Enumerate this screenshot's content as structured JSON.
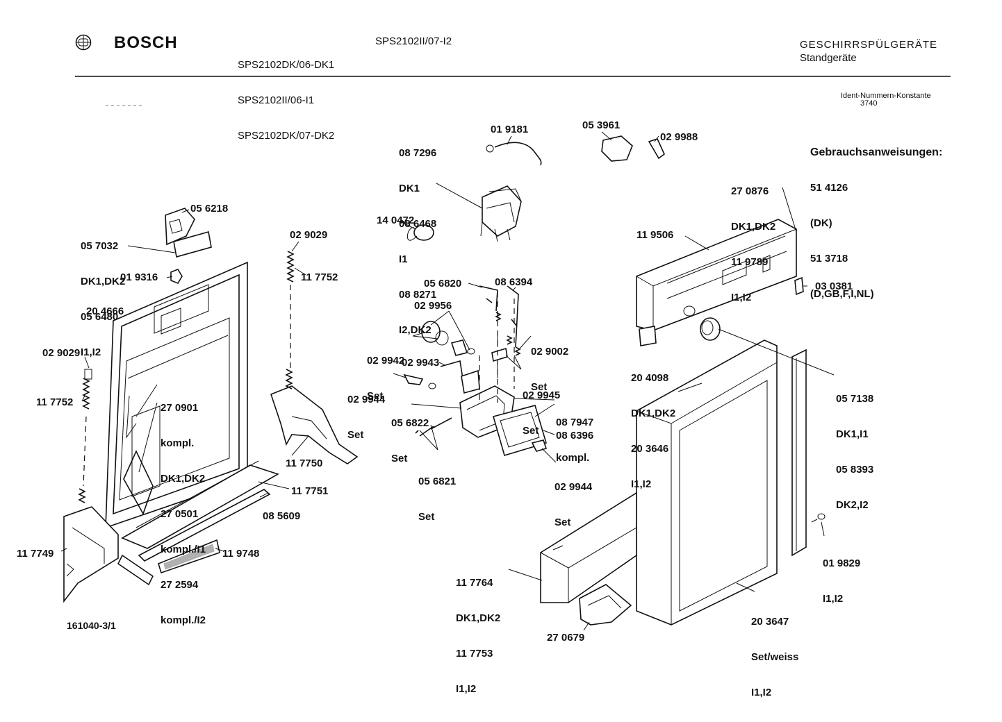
{
  "header": {
    "brand": "BOSCH",
    "models_col1": [
      "SPS2102DK/06-DK1",
      "SPS2102II/06-I1",
      "SPS2102DK/07-DK2"
    ],
    "models_col2": "SPS2102II/07-I2",
    "category": "GESCHIRRSPÜLGERÄTE",
    "subcategory": "Standgeräte",
    "ident_label": "Ident-Nummern-Konstante",
    "ident_value": "3740"
  },
  "manuals": {
    "heading": "Gebrauchsanweisungen:",
    "lines": [
      "51 4126",
      "(DK)",
      "51 3718",
      "(D,GB,F,I,NL)"
    ]
  },
  "drawing_number": "161040-3/1",
  "callouts": [
    {
      "id": "c01",
      "lines": [
        "08 7296",
        "DK1",
        "08 6468",
        "I1",
        "08 8271",
        "I2,DK2"
      ]
    },
    {
      "id": "c02",
      "lines": [
        "01 9181"
      ]
    },
    {
      "id": "c03",
      "lines": [
        "05 3961"
      ]
    },
    {
      "id": "c04",
      "lines": [
        "02 9988"
      ]
    },
    {
      "id": "c05",
      "lines": [
        "05 6218"
      ]
    },
    {
      "id": "c06",
      "lines": [
        "05 7032",
        "DK1,DK2",
        "05 6480",
        "I1,I2"
      ]
    },
    {
      "id": "c07",
      "lines": [
        "14 0472"
      ]
    },
    {
      "id": "c08",
      "lines": [
        "02 9029"
      ]
    },
    {
      "id": "c09",
      "lines": [
        "11 7752"
      ]
    },
    {
      "id": "c10",
      "lines": [
        "01 9316"
      ]
    },
    {
      "id": "c11",
      "lines": [
        "20 4666"
      ]
    },
    {
      "id": "c12",
      "lines": [
        "27 0876",
        "DK1,DK2",
        "11 9789",
        "I1,I2"
      ]
    },
    {
      "id": "c13",
      "lines": [
        "11 9506"
      ]
    },
    {
      "id": "c14",
      "lines": [
        "03 0381"
      ]
    },
    {
      "id": "c15",
      "lines": [
        "05 6820"
      ]
    },
    {
      "id": "c16",
      "lines": [
        "08 6394"
      ]
    },
    {
      "id": "c17",
      "lines": [
        "02 9956"
      ]
    },
    {
      "id": "c18",
      "lines": [
        "02 9942",
        "Set"
      ]
    },
    {
      "id": "c19",
      "lines": [
        "02 9002",
        "Set"
      ]
    },
    {
      "id": "c20",
      "lines": [
        "02 9029"
      ]
    },
    {
      "id": "c21",
      "lines": [
        "11 7752"
      ]
    },
    {
      "id": "c22",
      "lines": [
        "02 9943"
      ]
    },
    {
      "id": "c23",
      "lines": [
        "02 9945",
        "Set"
      ]
    },
    {
      "id": "c24",
      "lines": [
        "02 9944",
        "Set"
      ]
    },
    {
      "id": "c25",
      "lines": [
        "27 0901",
        "kompl.",
        "DK1,DK2",
        "27 0501",
        "kompl./I1",
        "27 2594",
        "kompl./I2"
      ]
    },
    {
      "id": "c26",
      "lines": [
        "05 6822",
        "Set"
      ]
    },
    {
      "id": "c27",
      "lines": [
        "08 7947",
        "kompl."
      ]
    },
    {
      "id": "c28",
      "lines": [
        "20 4098",
        "DK1,DK2",
        "20 3646",
        "I1,I2"
      ]
    },
    {
      "id": "c29",
      "lines": [
        "05 7138",
        "DK1,I1",
        "05 8393",
        "DK2,I2"
      ]
    },
    {
      "id": "c30",
      "lines": [
        "08 6396"
      ]
    },
    {
      "id": "c31",
      "lines": [
        "05 6821",
        "Set"
      ]
    },
    {
      "id": "c32",
      "lines": [
        "02 9944",
        "Set"
      ]
    },
    {
      "id": "c33",
      "lines": [
        "11 7750"
      ]
    },
    {
      "id": "c34",
      "lines": [
        "11 7751"
      ]
    },
    {
      "id": "c35",
      "lines": [
        "08 5609"
      ]
    },
    {
      "id": "c36",
      "lines": [
        "11 9748"
      ]
    },
    {
      "id": "c37",
      "lines": [
        "11 7749"
      ]
    },
    {
      "id": "c38",
      "lines": [
        "01 9829",
        "I1,I2"
      ]
    },
    {
      "id": "c39",
      "lines": [
        "11 7764",
        "DK1,DK2",
        "11 7753",
        "I1,I2"
      ]
    },
    {
      "id": "c40",
      "lines": [
        "20 3647",
        "Set/weiss",
        "I1,I2"
      ]
    },
    {
      "id": "c41",
      "lines": [
        "27 0679"
      ]
    }
  ]
}
